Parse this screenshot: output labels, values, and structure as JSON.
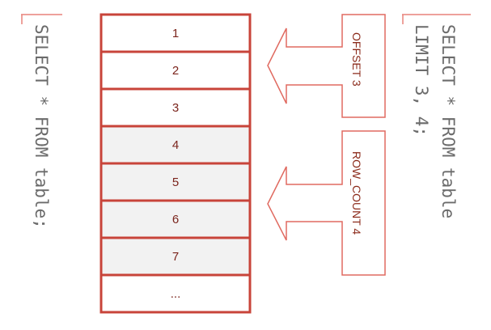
{
  "left_query": "SELECT * FROM table;",
  "right_query": {
    "line1": "SELECT * FROM table",
    "line2": "LIMIT 3, 4;"
  },
  "rows": [
    "1",
    "2",
    "3",
    "4",
    "5",
    "6",
    "7",
    "..."
  ],
  "highlighted_rows": [
    4,
    5,
    6,
    7
  ],
  "offset_label": "OFFSET 3",
  "row_count_label": "ROW_COUNT 4",
  "colors": {
    "accent": "#c8443a",
    "highlight": "#f2f2f2",
    "code": "#6b6b6b"
  }
}
